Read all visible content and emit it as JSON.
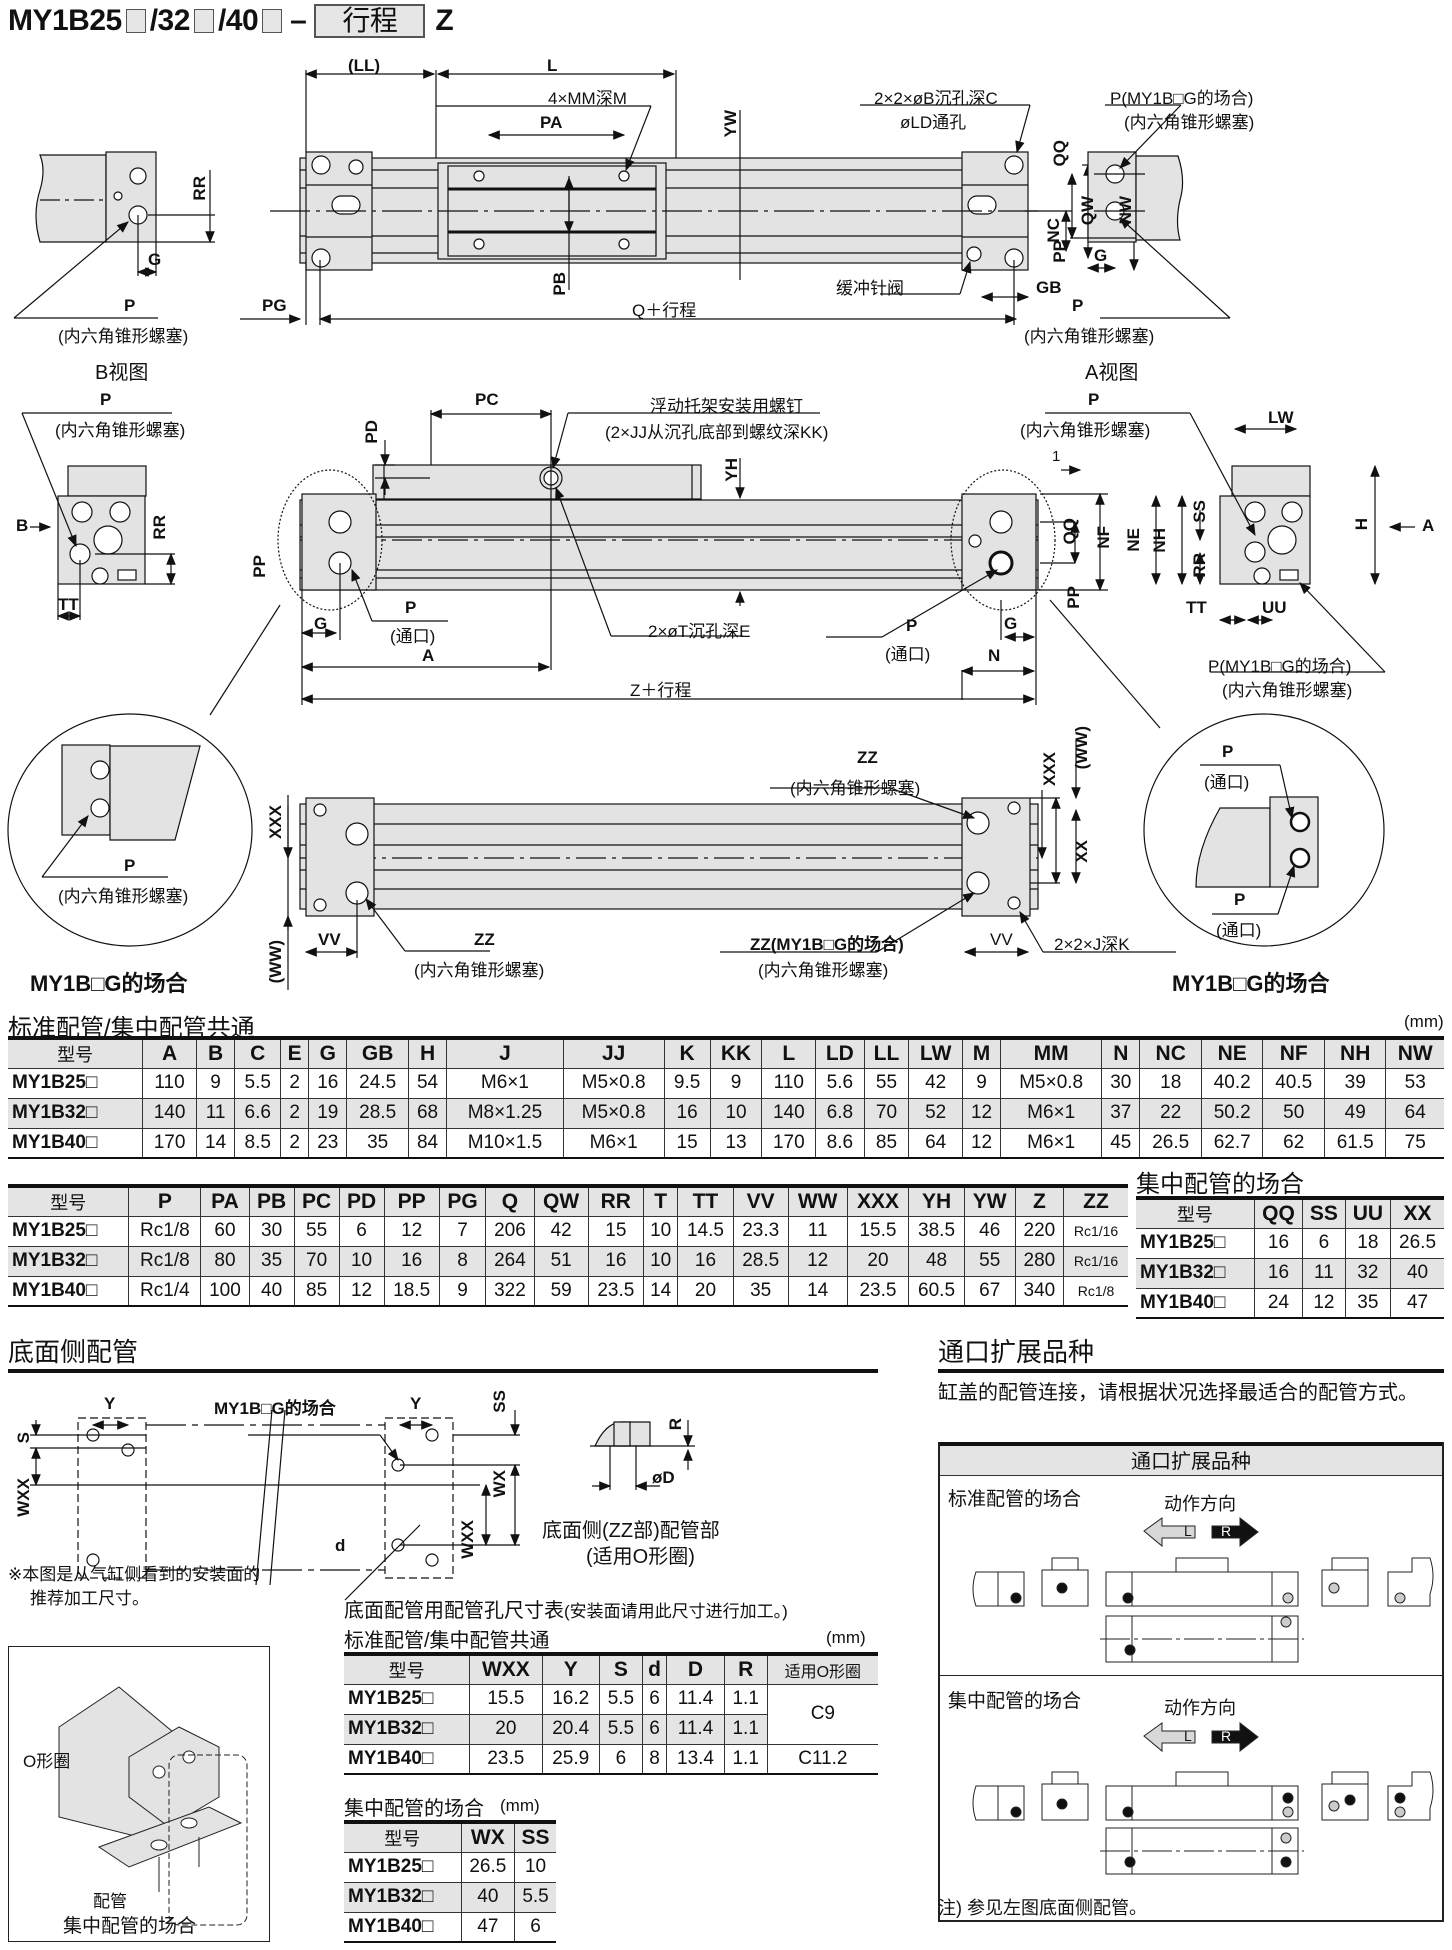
{
  "header": {
    "model_prefix_1": "MY1B25",
    "model_sep_2": "/32",
    "model_sep_3": "/40",
    "dash": "–",
    "stroke_label": "行程",
    "suffix": "Z"
  },
  "drawing_top": {
    "labels": {
      "LL": "(LL)",
      "L": "L",
      "MM": "4×MM深M",
      "PA": "PA",
      "YW": "YW",
      "PB": "PB",
      "PG": "PG",
      "Q_stroke": "Q＋行程",
      "B_hole": "2×2×øB沉孔深C",
      "LD_hole": "øLD通孔",
      "QW": "QW",
      "NW": "NW",
      "NC": "NC",
      "GB": "GB",
      "cushion": "缓冲针阀"
    },
    "view_b": {
      "RR": "RR",
      "G": "G",
      "P": "P",
      "plug": "(内六角锥形螺塞)",
      "title": "B视图"
    },
    "view_a": {
      "P_g": "P(MY1B□G的场合)",
      "plug_top": "(内六角锥形螺塞)",
      "QQ": "QQ",
      "PP": "PP",
      "G": "G",
      "P": "P",
      "plug": "(内六角锥形螺塞)",
      "title": "A视图"
    }
  },
  "drawing_mid": {
    "left_end": {
      "P": "P",
      "plug": "(内六角锥形螺塞)",
      "B_arrow": "B",
      "RR": "RR",
      "PP": "PP",
      "TT": "TT"
    },
    "body": {
      "PC": "PC",
      "PD": "PD",
      "screw_title": "浮动托架安装用螺钉",
      "screw_spec": "(2×JJ从沉孔底部到螺纹深KK)",
      "YH": "YH",
      "T_hole": "2×øT沉孔深E",
      "P_left": "P",
      "port_left": "(通口)",
      "G": "G",
      "A": "A",
      "Z_stroke": "Z＋行程",
      "P_right": "P",
      "port_right": "(通口)",
      "G_right": "G",
      "N": "N",
      "one": "1",
      "QQ": "QQ",
      "NF": "NF",
      "PP": "PP"
    },
    "right_end": {
      "P": "P",
      "plug": "(内六角锥形螺塞)",
      "LW": "LW",
      "NE": "NE",
      "NH": "NH",
      "SS": "SS",
      "RR": "RR",
      "H": "H",
      "A_arrow": "A",
      "TT": "TT",
      "UU": "UU",
      "P_g": "P(MY1B□G的场合)",
      "plug_g": "(内六角锥形螺塞)"
    }
  },
  "drawing_bottom": {
    "left_circle": {
      "P": "P",
      "plug": "(内六角锥形螺塞)",
      "caption": "MY1B□G的场合"
    },
    "body": {
      "XXX_l": "XXX",
      "WW_l": "(WW)",
      "VV_l": "VV",
      "ZZ_l": "ZZ",
      "plug_l": "(内六角锥形螺塞)",
      "ZZ_top": "ZZ",
      "plug_top": "(内六角锥形螺塞)",
      "XXX_r": "XXX",
      "WW_r": "(WW)",
      "XX": "XX",
      "ZZ_g": "ZZ(MY1B□G的场合)",
      "plug_g": "(内六角锥形螺塞)",
      "VV_r": "VV",
      "J_hole": "2×2×J深K"
    },
    "right_circle": {
      "P1": "P",
      "port1": "(通口)",
      "P2": "P",
      "port2": "(通口)",
      "caption": "MY1B□G的场合"
    }
  },
  "table_common": {
    "title": "标准配管/集中配管共通",
    "unit": "(mm)",
    "headers": [
      "型号",
      "A",
      "B",
      "C",
      "E",
      "G",
      "GB",
      "H",
      "J",
      "JJ",
      "K",
      "KK",
      "L",
      "LD",
      "LL",
      "LW",
      "M",
      "MM",
      "N",
      "NC",
      "NE",
      "NF",
      "NH",
      "NW"
    ],
    "rows": [
      [
        "MY1B25□",
        "110",
        "9",
        "5.5",
        "2",
        "16",
        "24.5",
        "54",
        "M6×1",
        "M5×0.8",
        "9.5",
        "9",
        "110",
        "5.6",
        "55",
        "42",
        "9",
        "M5×0.8",
        "30",
        "18",
        "40.2",
        "40.5",
        "39",
        "53"
      ],
      [
        "MY1B32□",
        "140",
        "11",
        "6.6",
        "2",
        "19",
        "28.5",
        "68",
        "M8×1.25",
        "M5×0.8",
        "16",
        "10",
        "140",
        "6.8",
        "70",
        "52",
        "12",
        "M6×1",
        "37",
        "22",
        "50.2",
        "50",
        "49",
        "64"
      ],
      [
        "MY1B40□",
        "170",
        "14",
        "8.5",
        "2",
        "23",
        "35",
        "84",
        "M10×1.5",
        "M6×1",
        "15",
        "13",
        "170",
        "8.6",
        "85",
        "64",
        "12",
        "M6×1",
        "45",
        "26.5",
        "62.7",
        "62",
        "61.5",
        "75"
      ]
    ]
  },
  "table_common_2": {
    "headers": [
      "型号",
      "P",
      "PA",
      "PB",
      "PC",
      "PD",
      "PP",
      "PG",
      "Q",
      "QW",
      "RR",
      "T",
      "TT",
      "VV",
      "WW",
      "XXX",
      "YH",
      "YW",
      "Z",
      "ZZ"
    ],
    "rows": [
      [
        "MY1B25□",
        "Rc1/8",
        "60",
        "30",
        "55",
        "6",
        "12",
        "7",
        "206",
        "42",
        "15",
        "10",
        "14.5",
        "23.3",
        "11",
        "15.5",
        "38.5",
        "46",
        "220",
        "Rc1/16"
      ],
      [
        "MY1B32□",
        "Rc1/8",
        "80",
        "35",
        "70",
        "10",
        "16",
        "8",
        "264",
        "51",
        "16",
        "10",
        "16",
        "28.5",
        "12",
        "20",
        "48",
        "55",
        "280",
        "Rc1/16"
      ],
      [
        "MY1B40□",
        "Rc1/4",
        "100",
        "40",
        "85",
        "12",
        "18.5",
        "9",
        "322",
        "59",
        "23.5",
        "14",
        "20",
        "35",
        "14",
        "23.5",
        "60.5",
        "67",
        "340",
        "Rc1/8"
      ]
    ]
  },
  "table_centralized": {
    "title": "集中配管的场合",
    "headers": [
      "型号",
      "QQ",
      "SS",
      "UU",
      "XX"
    ],
    "rows": [
      [
        "MY1B25□",
        "16",
        "6",
        "18",
        "26.5"
      ],
      [
        "MY1B32□",
        "16",
        "11",
        "32",
        "40"
      ],
      [
        "MY1B40□",
        "24",
        "12",
        "35",
        "47"
      ]
    ]
  },
  "bottom_piping": {
    "title": "底面侧配管",
    "labels": {
      "Y1": "Y",
      "S": "S",
      "WXX_l": "WXX",
      "g_case": "MY1B□G的场合",
      "Y2": "Y",
      "SS": "SS",
      "WX": "WX",
      "WXX_r": "WXX",
      "d": "d",
      "R": "R",
      "D": "øD"
    },
    "zz_caption_1": "底面侧(ZZ部)配管部",
    "zz_caption_2": "(适用O形圈)",
    "note_1": "※本图是从气缸侧看到的安装面的",
    "note_2": "推荐加工尺寸。",
    "iso": {
      "oring": "O形圈",
      "pipe": "配管",
      "caption": "集中配管的场合"
    },
    "hole_table": {
      "title": "底面配管用配管孔尺寸表",
      "title_note": "(安装面请用此尺寸进行加工。)",
      "subtitle": "标准配管/集中配管共通",
      "unit": "(mm)",
      "headers": [
        "型号",
        "WXX",
        "Y",
        "S",
        "d",
        "D",
        "R",
        "适用O形圈"
      ],
      "rows": [
        [
          "MY1B25□",
          "15.5",
          "16.2",
          "5.5",
          "6",
          "11.4",
          "1.1",
          "C9"
        ],
        [
          "MY1B32□",
          "20",
          "20.4",
          "5.5",
          "6",
          "11.4",
          "1.1",
          ""
        ],
        [
          "MY1B40□",
          "23.5",
          "25.9",
          "6",
          "8",
          "13.4",
          "1.1",
          "C11.2"
        ]
      ]
    },
    "centralized_table": {
      "title": "集中配管的场合",
      "unit": "(mm)",
      "headers": [
        "型号",
        "WX",
        "SS"
      ],
      "rows": [
        [
          "MY1B25□",
          "26.5",
          "10"
        ],
        [
          "MY1B32□",
          "40",
          "5.5"
        ],
        [
          "MY1B40□",
          "47",
          "6"
        ]
      ]
    }
  },
  "port_expansion": {
    "title": "通口扩展品种",
    "desc": "缸盖的配管连接，请根据状况选择最适合的配管方式。",
    "panel_title": "通口扩展品种",
    "standard": {
      "label": "标准配管的场合",
      "direction": "动作方向",
      "left": "L",
      "right": "R"
    },
    "centralized": {
      "label": "集中配管的场合",
      "direction": "动作方向",
      "left": "L",
      "right": "R"
    },
    "footnote": "注) 参见左图底面侧配管。",
    "colors": {
      "right_fill": "#111111",
      "left_fill": "#d8d8d8"
    }
  },
  "colors": {
    "body_fill": "#e3e3e3",
    "line": "#111111",
    "header_bg": "#e4e4e4"
  }
}
